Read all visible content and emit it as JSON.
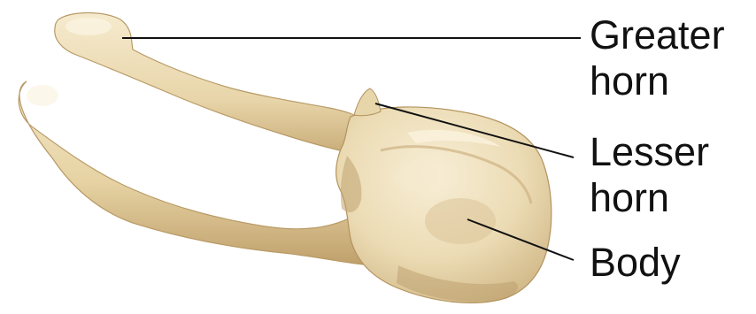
{
  "labels": {
    "greater_horn": [
      "Greater",
      "horn"
    ],
    "lesser_horn": [
      "Lesser",
      "horn"
    ],
    "body": [
      "Body"
    ]
  },
  "colors": {
    "bone_light": "#f2e6c8",
    "bone_mid": "#e6d3a6",
    "bone_shadow": "#c9ae7a",
    "bone_dark": "#a88a57",
    "leader_line": "#111111",
    "background": "#ffffff"
  }
}
